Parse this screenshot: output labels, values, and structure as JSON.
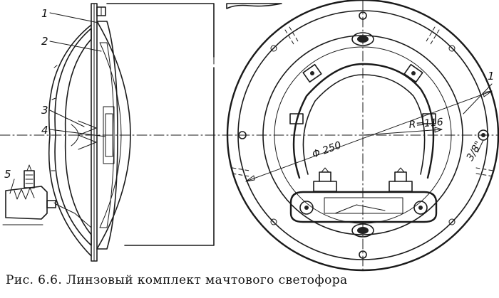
{
  "figure": {
    "callouts": [
      "1",
      "2",
      "3",
      "4",
      "5"
    ],
    "front_callout": "1",
    "dimensions": {
      "diameter": "Φ 250",
      "radius": "R=116",
      "thread": "3/8\""
    }
  },
  "caption": "Рис. 6.6. Линзовый комплект мачтового светофора"
}
